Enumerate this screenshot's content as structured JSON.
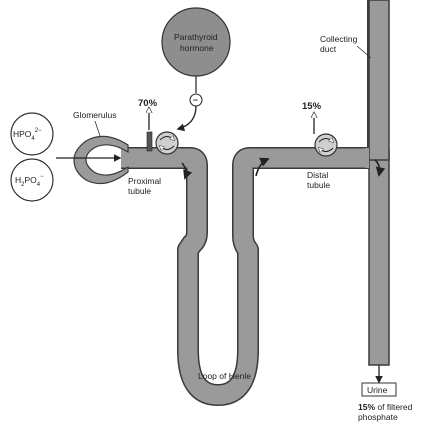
{
  "labels": {
    "pth_line1": "Parathyroid",
    "pth_line2": "hormone",
    "pth_effect": "−",
    "collecting_line1": "Collecting",
    "collecting_line2": "duct",
    "glomerulus": "Glomerulus",
    "proximal_reabs": "70%",
    "distal_reabs": "15%",
    "ion1_main": "HPO",
    "ion1_sub": "4",
    "ion1_sup": "2−",
    "ion2_main": "H",
    "ion2_sub1": "2",
    "ion2_mid": "PO",
    "ion2_sub2": "4",
    "ion2_sup": "−",
    "proximal_line1": "Proximal",
    "proximal_line2": "tubule",
    "distal_line1": "Distal",
    "distal_line2": "tubule",
    "loop": "Loop of Henle",
    "urine": "Urine",
    "filtered_pct": "15%",
    "filtered_line1_rest": " of filtered",
    "filtered_line2": "phosphate"
  },
  "colors": {
    "tubule_fill": "#9a9a9a",
    "tubule_stroke": "#3a3a3a",
    "pth_fill": "#8e8e8e",
    "ion_fill": "#ffffff",
    "arrow": "#222222"
  }
}
